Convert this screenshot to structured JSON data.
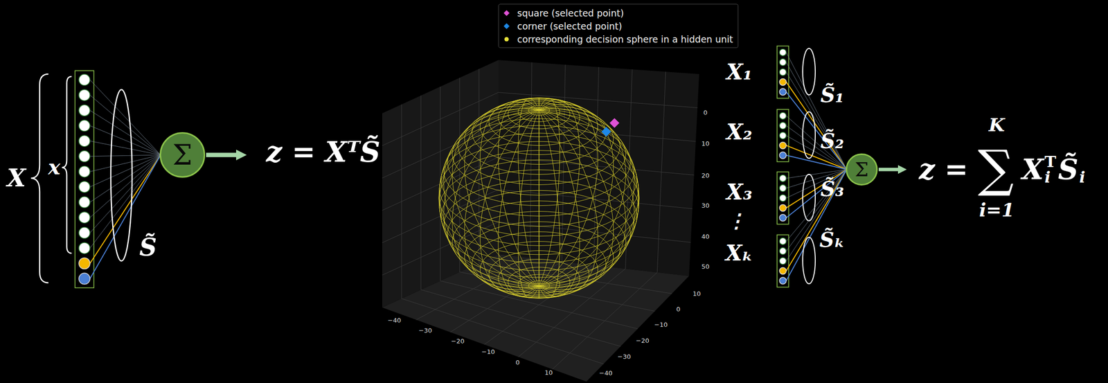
{
  "diagram": {
    "nodes": [
      {
        "text": [
          "Σ"
        ]
      },
      {
        "text": [
          "Σ"
        ]
      }
    ],
    "labels": [
      "X",
      "x",
      "S̃",
      "z = XᵀS̃",
      "0",
      "10",
      "20",
      "30",
      "40",
      "50",
      "−40",
      "−30",
      "−20",
      "−10",
      "0",
      "10",
      "10",
      "0",
      "−10",
      "−20",
      "−30",
      "−40",
      "X₁",
      "X₂",
      "X₃",
      "⋮",
      "Xₖ",
      "S̃₁",
      "S̃₂",
      "S̃₃",
      "S̃ₖ",
      "z =",
      "∑",
      "K",
      "i=1",
      "X",
      "T",
      "i",
      "S̃",
      "i"
    ],
    "legend": [
      {
        "text": "square (selected point)",
        "color": "#e052d6"
      },
      {
        "text": "corner (selected point)",
        "color": "#1e88e5"
      },
      {
        "text": "corresponding decision sphere in a hidden unit",
        "color": "#e8e23a"
      }
    ]
  }
}
